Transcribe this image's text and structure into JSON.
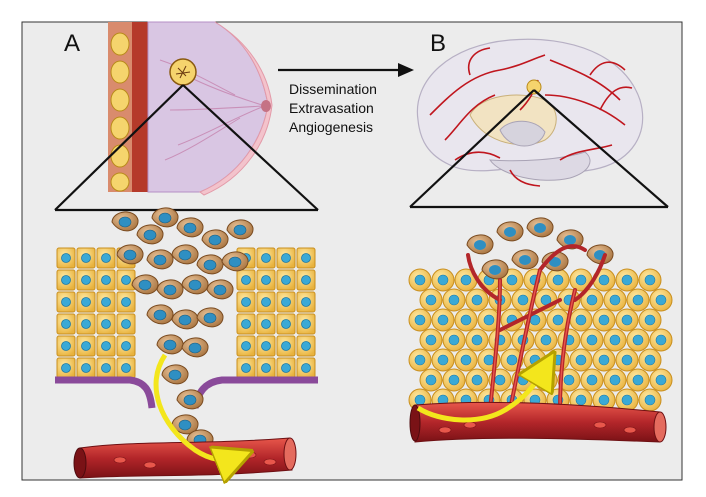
{
  "panels": {
    "a": {
      "label": "A"
    },
    "b": {
      "label": "B"
    }
  },
  "process_steps": [
    "Dissemination",
    "Extravasation",
    "Angiogenesis"
  ],
  "colors": {
    "frame_bg": "#ececec",
    "frame_border": "#333333",
    "cell_fill": "#f2c65a",
    "cell_stroke": "#c98f1f",
    "nucleus": "#3aa9d6",
    "tumor_cell": "#c9955e",
    "tumor_nucleus": "#2f8fc2",
    "basement_membrane": "#8a4a9a",
    "vessel": "#b3262a",
    "vessel_highlight": "#e8574b",
    "arrow_yellow": "#f3e61c",
    "brain_vessel": "#c0161e",
    "breast_skin": "#f3c3cc",
    "breast_tissue": "#d9c6e3"
  },
  "icons": [
    "right-arrow-icon",
    "curved-arrow-icon"
  ]
}
